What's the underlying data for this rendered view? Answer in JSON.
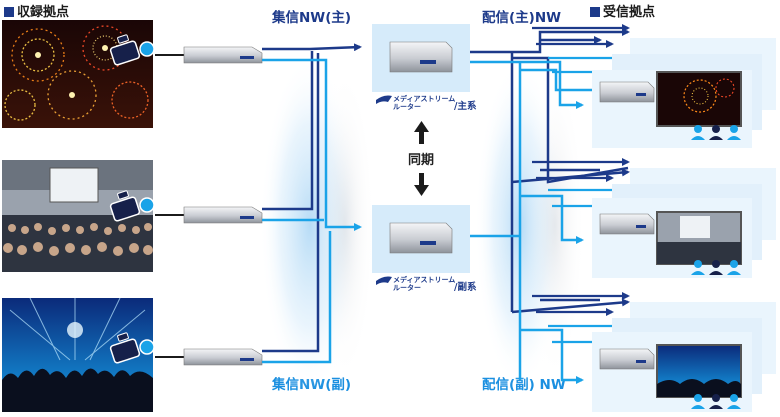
{
  "labels": {
    "recording_site": "収録拠点",
    "receiving_site": "受信拠点",
    "collect_main": "集信NW(主)",
    "collect_sub": "集信NW(副)",
    "deliver_main": "配信(主)NW",
    "deliver_sub": "配信(副) NW",
    "sync": "同期"
  },
  "routers": [
    {
      "logo_line1": "メディアストリーム",
      "logo_line2": "ルーター",
      "suffix": "/主系"
    },
    {
      "logo_line1": "メディアストリーム",
      "logo_line2": "ルーター",
      "suffix": "/副系"
    }
  ],
  "colors": {
    "main_line": "#1d3a8a",
    "sub_line": "#1aa3e8",
    "router_panel": "#d6ebfa",
    "receiver_panel": "#eaf5fd"
  },
  "recording_images": [
    "fireworks-photo",
    "conference-photo",
    "concert-photo"
  ],
  "receiving_images": [
    "fireworks-screen",
    "conference-screen",
    "concert-screen"
  ]
}
